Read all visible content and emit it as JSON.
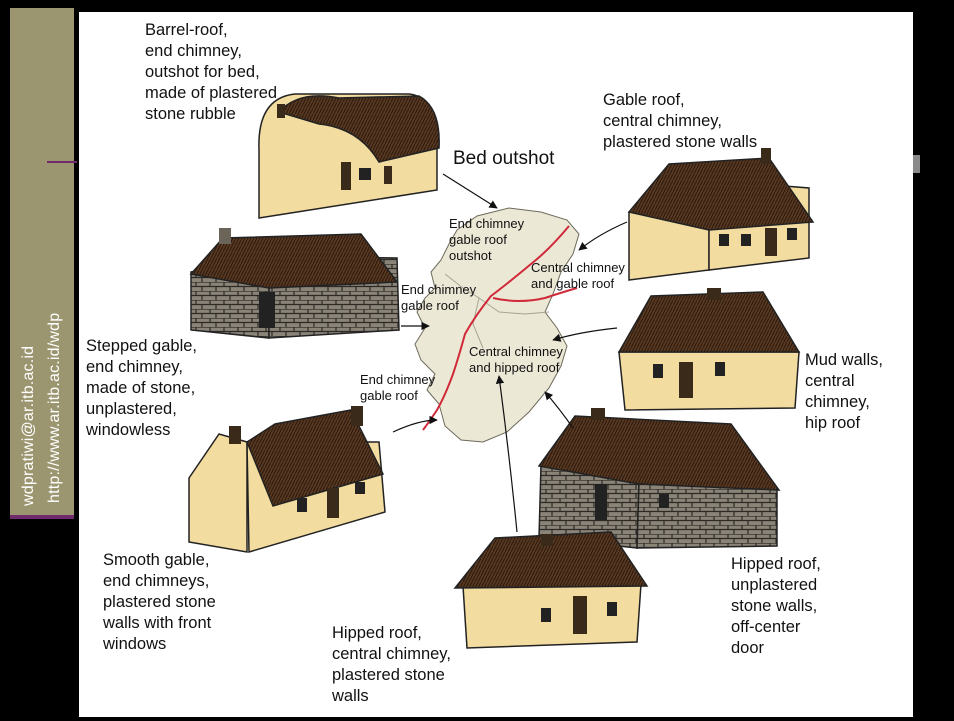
{
  "sidebar": {
    "email": "wdpratiwi@ar.itb.ac.id",
    "url": "http://www.ar.itb.ac.id/wdp"
  },
  "captions": {
    "barrel": "Barrel-roof,\nend chimney,\noutshot for bed,\nmade of plastered\nstone rubble",
    "gable_central": "Gable roof,\ncentral chimney,\nplastered stone walls",
    "bed_outshot": "Bed outshot",
    "stepped": "Stepped gable,\nend chimney,\nmade of stone,\nunplastered,\nwindowless",
    "mud": "Mud walls,\ncentral\nchimney,\nhip roof",
    "smooth": "Smooth gable,\nend chimneys,\nplastered stone\nwalls with front\nwindows",
    "hipped_unplastered": "Hipped roof,\nunplastered\nstone walls,\noff-center\ndoor",
    "hipped_plastered": "Hipped roof,\ncentral chimney,\nplastered stone\nwalls"
  },
  "map_labels": {
    "end_chimney_outshot": "End chimney\ngable roof\noutshot",
    "central_gable": "Central chimney\nand gable roof",
    "end_gable_1": "End chimney\ngable roof",
    "central_hipped": "Central chimney\nand hipped roof",
    "end_gable_2": "End chimney\ngable roof"
  },
  "colors": {
    "wall": "#f3dca0",
    "thatch": "#5b3a22",
    "stone": "#8a8478",
    "map": "#ece8d6",
    "region_line": "#d02a3a",
    "sidebar": "#9c9670",
    "accent": "#6e2a6a"
  }
}
